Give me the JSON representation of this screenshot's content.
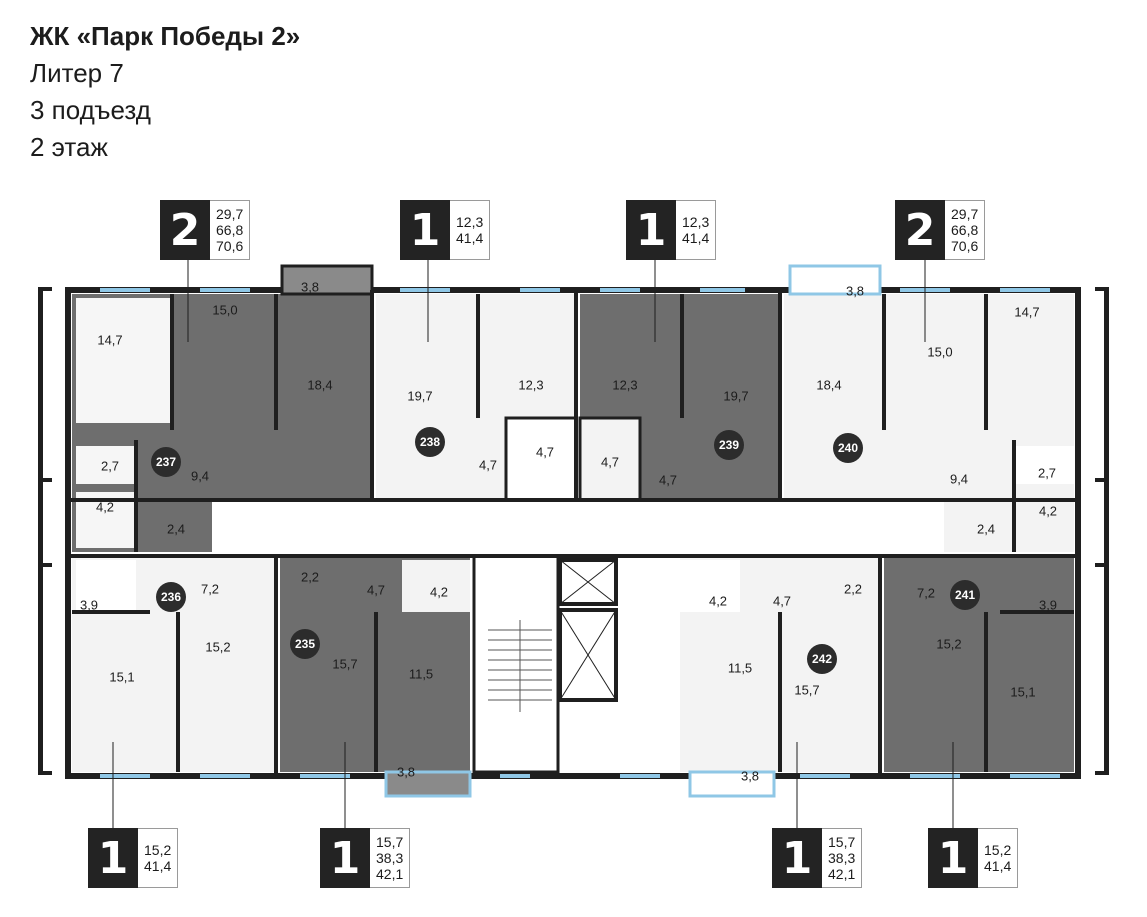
{
  "header": {
    "title": "ЖК «Парк Победы 2»",
    "liter": "Литер 7",
    "entrance": "3 подъезд",
    "floor": "2 этаж"
  },
  "colors": {
    "dark_unit": "#6e6e6e",
    "light_unit": "#f3f3f3",
    "wall": "#1f1f1f",
    "window": "#8fc7e6",
    "badge": "#232323"
  },
  "badges": [
    {
      "rooms": "2",
      "values": [
        "29,7",
        "66,8",
        "70,6"
      ]
    },
    {
      "rooms": "1",
      "values": [
        "12,3",
        "41,4"
      ]
    },
    {
      "rooms": "1",
      "values": [
        "12,3",
        "41,4"
      ]
    },
    {
      "rooms": "2",
      "values": [
        "29,7",
        "66,8",
        "70,6"
      ]
    },
    {
      "rooms": "1",
      "values": [
        "15,2",
        "41,4"
      ]
    },
    {
      "rooms": "1",
      "values": [
        "15,7",
        "38,3",
        "42,1"
      ]
    },
    {
      "rooms": "1",
      "values": [
        "15,7",
        "38,3",
        "42,1"
      ]
    },
    {
      "rooms": "1",
      "values": [
        "15,2",
        "41,4"
      ]
    }
  ],
  "apartments": [
    "237",
    "238",
    "239",
    "240",
    "236",
    "235",
    "242",
    "241"
  ],
  "rooms": {
    "a237": [
      "14,7",
      "15,0",
      "3,8",
      "18,4",
      "9,4",
      "2,7",
      "4,2",
      "2,4"
    ],
    "a238": [
      "19,7",
      "12,3",
      "4,7",
      "4,7"
    ],
    "a239": [
      "4,7",
      "12,3",
      "19,7",
      "4,7"
    ],
    "a240": [
      "3,8",
      "18,4",
      "15,0",
      "14,7",
      "9,4",
      "2,7",
      "4,2",
      "2,4"
    ],
    "a236": [
      "7,2",
      "3,9",
      "15,1",
      "15,2"
    ],
    "a235": [
      "2,2",
      "4,7",
      "4,2",
      "15,7",
      "11,5",
      "3,8"
    ],
    "a242": [
      "4,2",
      "4,7",
      "2,2",
      "11,5",
      "15,7",
      "3,8"
    ],
    "a241": [
      "7,2",
      "3,9",
      "15,2",
      "15,1"
    ]
  }
}
